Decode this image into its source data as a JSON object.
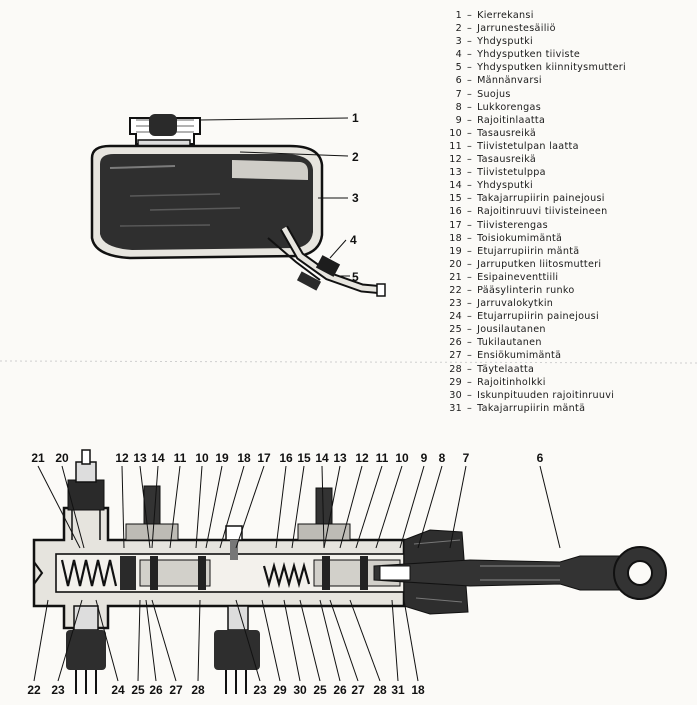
{
  "legend": [
    {
      "n": "1",
      "text": "Kierrekansi"
    },
    {
      "n": "2",
      "text": "Jarrunestesäiliö"
    },
    {
      "n": "3",
      "text": "Yhdysputki"
    },
    {
      "n": "4",
      "text": "Yhdysputken tiiviste"
    },
    {
      "n": "5",
      "text": "Yhdysputken kiinnitysmutteri"
    },
    {
      "n": "6",
      "text": "Männänvarsi"
    },
    {
      "n": "7",
      "text": "Suojus"
    },
    {
      "n": "8",
      "text": "Lukkorengas"
    },
    {
      "n": "9",
      "text": "Rajoitinlaatta"
    },
    {
      "n": "10",
      "text": "Tasausreikä"
    },
    {
      "n": "11",
      "text": "Tiivistetulpan laatta"
    },
    {
      "n": "12",
      "text": "Tasausreikä"
    },
    {
      "n": "13",
      "text": "Tiivistetulppa"
    },
    {
      "n": "14",
      "text": "Yhdysputki"
    },
    {
      "n": "15",
      "text": "Takajarrupiirin painejousi"
    },
    {
      "n": "16",
      "text": "Rajoitinruuvi tiivisteineen"
    },
    {
      "n": "17",
      "text": "Tiivisterengas"
    },
    {
      "n": "18",
      "text": "Toisiokumimäntä"
    },
    {
      "n": "19",
      "text": "Etujarrupiirin mäntä"
    },
    {
      "n": "20",
      "text": "Jarruputken liitosmutteri"
    },
    {
      "n": "21",
      "text": "Esipaineventtiili"
    },
    {
      "n": "22",
      "text": "Pääsylinterin runko"
    },
    {
      "n": "23",
      "text": "Jarruvalokytkin"
    },
    {
      "n": "24",
      "text": "Etujarrupiirin painejousi"
    },
    {
      "n": "25",
      "text": "Jousilautanen"
    },
    {
      "n": "26",
      "text": "Tukilautanen"
    },
    {
      "n": "27",
      "text": "Ensiökumimäntä"
    },
    {
      "n": "28",
      "text": "Täytelaatta"
    },
    {
      "n": "29",
      "text": "Rajoitinholkki"
    },
    {
      "n": "30",
      "text": "Iskunpituuden rajoitinruuvi"
    },
    {
      "n": "31",
      "text": "Takajarrupiirin mäntä"
    }
  ],
  "reservoir_labels": [
    "1",
    "2",
    "3",
    "4",
    "5"
  ],
  "top_row_labels": [
    "21",
    "20",
    "12",
    "13",
    "14",
    "11",
    "10",
    "19",
    "18",
    "17",
    "16",
    "15",
    "14",
    "13",
    "12",
    "11",
    "10",
    "9",
    "8",
    "7",
    "6"
  ],
  "bottom_row_labels": [
    "22",
    "23",
    "24",
    "25",
    "26",
    "27",
    "28",
    "23",
    "29",
    "30",
    "25",
    "26",
    "27",
    "28",
    "31",
    "18"
  ],
  "colors": {
    "ink": "#111111",
    "paper": "#fbfaf7",
    "body_fill": "#e6e4de",
    "dark_fill": "#2e2e2e"
  }
}
